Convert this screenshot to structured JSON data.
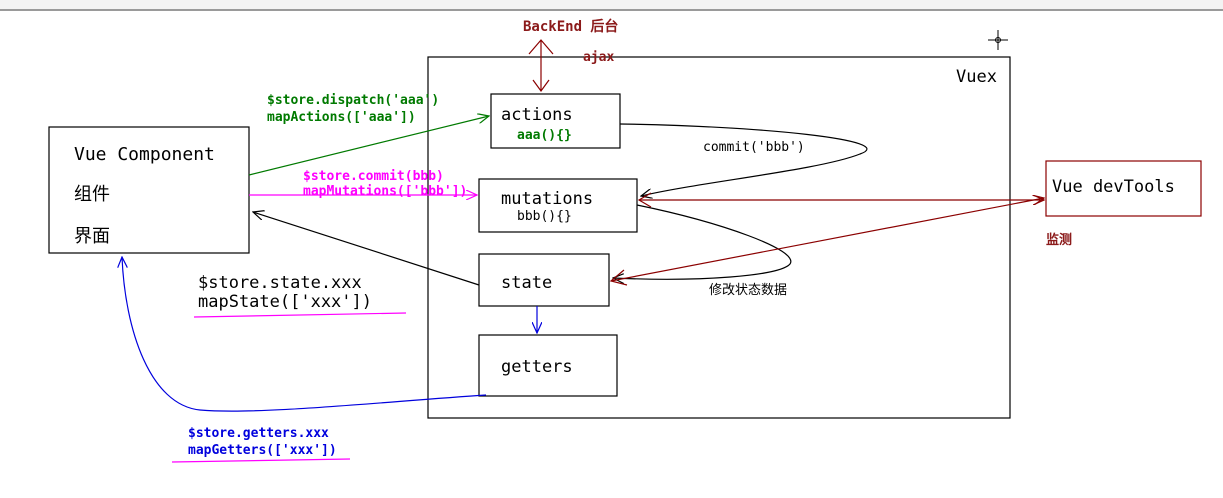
{
  "colors": {
    "black": "#000000",
    "green": "#007a00",
    "magenta": "#ff00ff",
    "blue": "#0000dd",
    "darkred": "#8b0000",
    "brown": "#8b1a1a"
  },
  "vue_component": {
    "title": "Vue Component",
    "line2": "组件",
    "line3": "界面"
  },
  "vuex": {
    "label": "Vuex",
    "actions": {
      "label": "actions",
      "method": "aaa(){}"
    },
    "mutations": {
      "label": "mutations",
      "method": "bbb(){}"
    },
    "state": {
      "label": "state"
    },
    "getters": {
      "label": "getters"
    }
  },
  "backend": {
    "label": "BackEnd 后台",
    "ajax": "ajax"
  },
  "devtools": {
    "label": "Vue devTools",
    "monitor": "监测"
  },
  "labels": {
    "dispatch": "$store.dispatch('aaa')",
    "map_actions": "mapActions(['aaa'])",
    "commit": "$store.commit(bbb)",
    "map_mutations": "mapMutations(['bbb'])",
    "commit_bbb": "commit('bbb')",
    "state_xxx": "$store.state.xxx",
    "map_state": "mapState(['xxx'])",
    "modify_state": "修改状态数据",
    "getters_xxx": "$store.getters.xxx",
    "map_getters": "mapGetters(['xxx'])"
  }
}
